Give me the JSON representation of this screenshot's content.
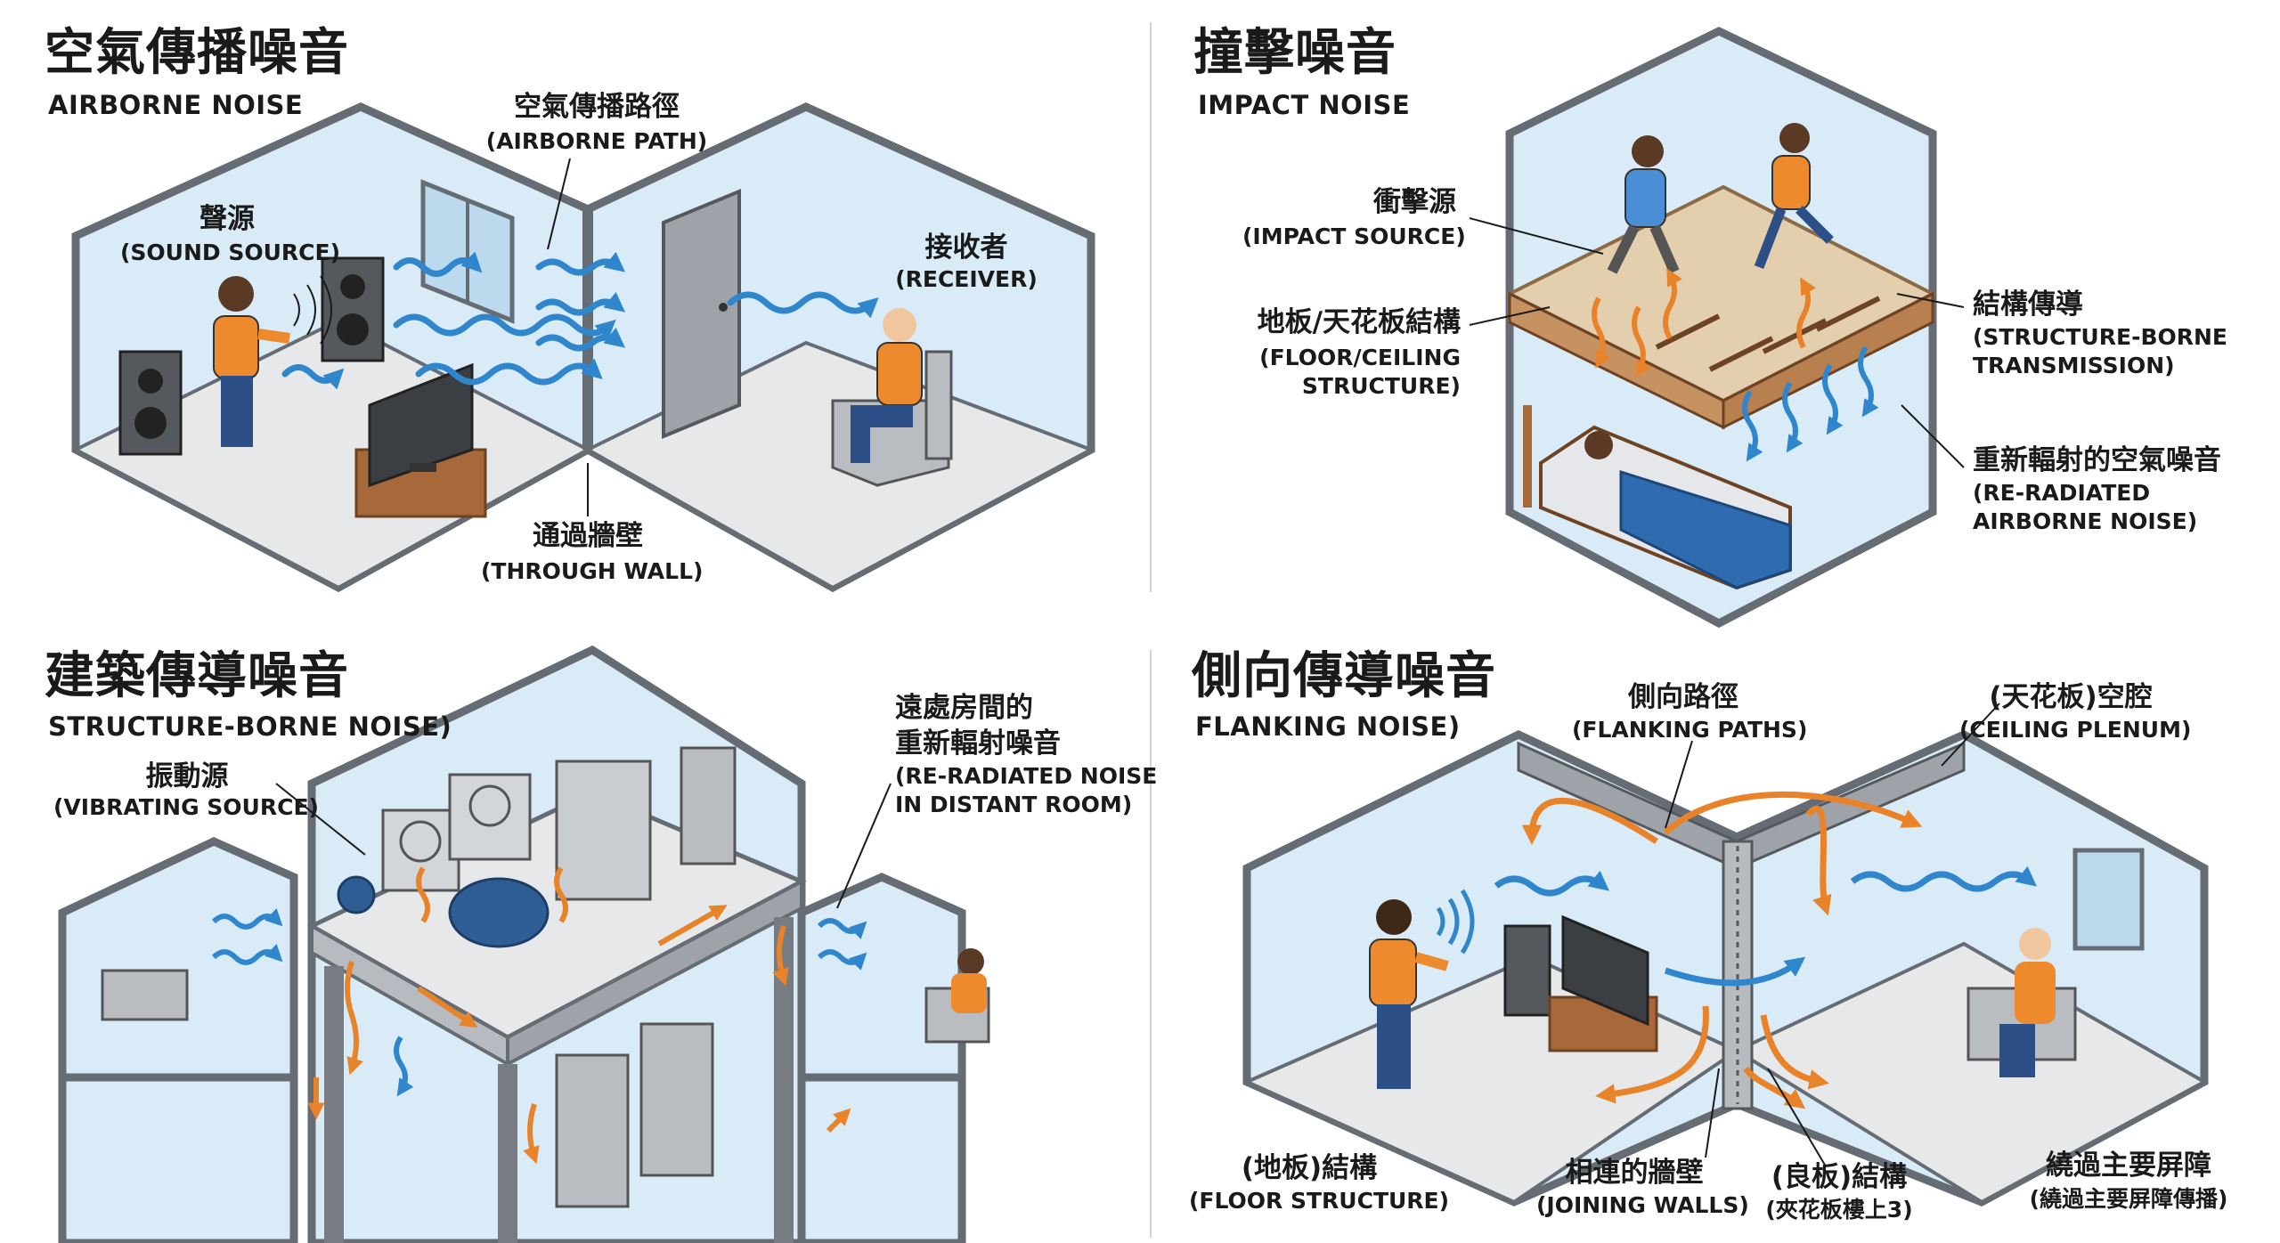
{
  "colors": {
    "wall_fill": "#d8ebf6",
    "wall_edge": "#666c73",
    "floor": "#e7e8ea",
    "wave": "#2f86cc",
    "vibration": "#e8832a",
    "person": "#ee8a2e",
    "wood": "#a8693a"
  },
  "panels": {
    "airborne": {
      "title_zh": "空氣傳播噪音",
      "title_en": "AIRBORNE NOISE",
      "labels": {
        "path_zh": "空氣傳播路徑",
        "path_en": "(AIRBORNE PATH)",
        "source_zh": "聲源",
        "source_en": "(SOUND SOURCE)",
        "receiver_zh": "接收者",
        "receiver_en": "(RECEIVER)",
        "wall_zh": "通過牆壁",
        "wall_en": "(THROUGH WALL)"
      }
    },
    "impact": {
      "title_zh": "撞擊噪音",
      "title_en": "IMPACT NOISE",
      "labels": {
        "source_zh": "衝擊源",
        "source_en": "(IMPACT SOURCE)",
        "floor_zh": "地板/天花板結構",
        "floor_en1": "(FLOOR/CEILING",
        "floor_en2": "STRUCTURE)",
        "struct_zh": "結構傳導",
        "struct_en1": "(STRUCTURE-BORNE",
        "struct_en2": "TRANSMISSION)",
        "rerad_zh": "重新輻射的空氣噪音",
        "rerad_en1": "(RE-RADIATED",
        "rerad_en2": "AIRBORNE NOISE)"
      }
    },
    "structure": {
      "title_zh": "建築傳導噪音",
      "title_en": "STRUCTURE-BORNE NOISE)",
      "labels": {
        "vib_zh": "振動源",
        "vib_en": "(VIBRATING SOURCE)",
        "distant_zh1": "遠處房間的",
        "distant_zh2": "重新輻射噪音",
        "distant_en1": "(RE-RADIATED NOISE",
        "distant_en2": "IN DISTANT ROOM)"
      }
    },
    "flanking": {
      "title_zh": "側向傳導噪音",
      "title_en": "FLANKING NOISE)",
      "labels": {
        "paths_zh": "側向路徑",
        "paths_en": "(FLANKING PATHS)",
        "plenum_zh": "(天花板)空腔",
        "plenum_en": "(CEILING PLENUM)",
        "floor_zh": "(地板)結構",
        "floor_en": "(FLOOR STRUCTURE)",
        "join_zh": "相連的牆壁",
        "join_en": "(JOINING WALLS)",
        "good_zh": "(良板)結構",
        "good_en": "(夾花板樓上3)",
        "bypass_zh": "繞過主要屏障",
        "bypass_en": "(繞過主要屏障傳播)"
      }
    }
  }
}
